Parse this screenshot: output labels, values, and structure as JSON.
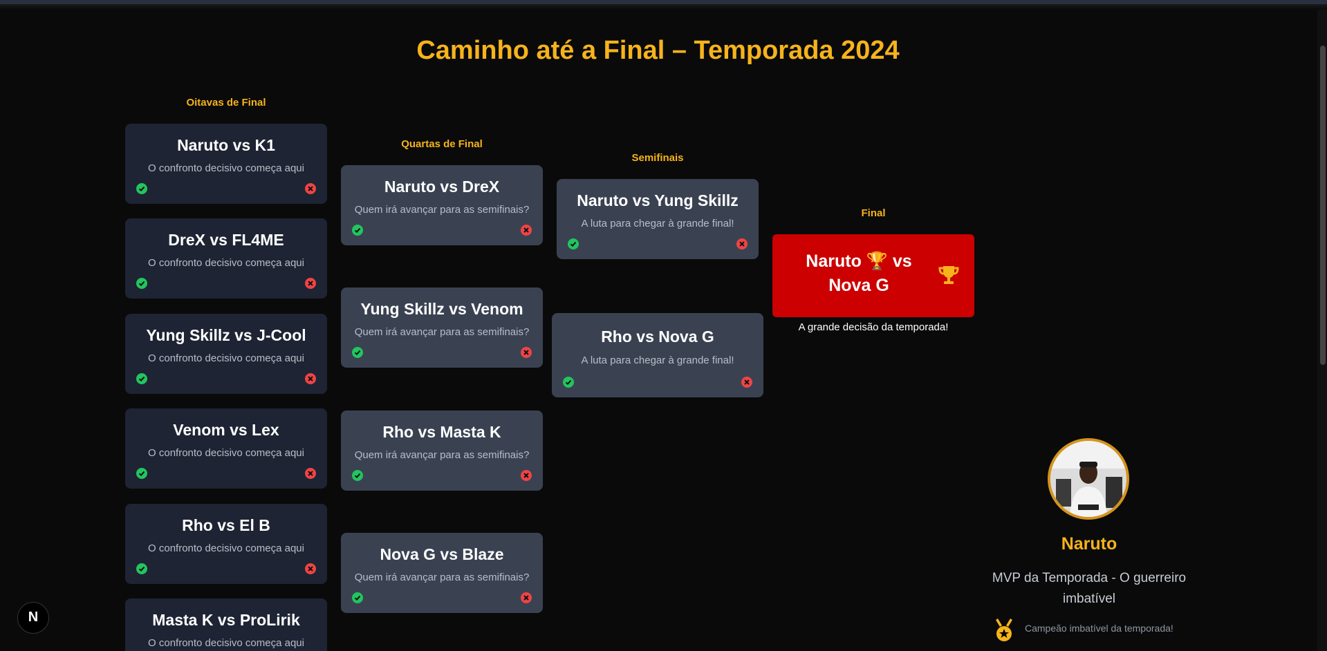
{
  "page": {
    "title": "Caminho até a Final – Temporada 2024"
  },
  "rounds": {
    "round_of_16": {
      "label": "Oitavas de Final",
      "matches": [
        {
          "title": "Naruto vs K1",
          "subtitle": "O confronto decisivo começa aqui"
        },
        {
          "title": "DreX vs FL4ME",
          "subtitle": "O confronto decisivo começa aqui"
        },
        {
          "title": "Yung Skillz vs J-Cool",
          "subtitle": "O confronto decisivo começa aqui"
        },
        {
          "title": "Venom vs Lex",
          "subtitle": "O confronto decisivo começa aqui"
        },
        {
          "title": "Rho vs El B",
          "subtitle": "O confronto decisivo começa aqui"
        },
        {
          "title": "Masta K vs ProLirik",
          "subtitle": "O confronto decisivo começa aqui"
        }
      ]
    },
    "quarterfinals": {
      "label": "Quartas de Final",
      "matches": [
        {
          "title": "Naruto vs DreX",
          "subtitle": "Quem irá avançar para as semifinais?"
        },
        {
          "title": "Yung Skillz vs Venom",
          "subtitle": "Quem irá avançar para as semifinais?"
        },
        {
          "title": "Rho vs Masta K",
          "subtitle": "Quem irá avançar para as semifinais?"
        },
        {
          "title": "Nova G vs Blaze",
          "subtitle": "Quem irá avançar para as semifinais?"
        }
      ]
    },
    "semifinals": {
      "label": "Semifinais",
      "matches": [
        {
          "title": "Naruto vs Yung Skillz",
          "subtitle": "A luta para chegar à grande final!"
        },
        {
          "title": "Rho vs Nova G",
          "subtitle": "A luta para chegar à grande final!"
        }
      ]
    },
    "final": {
      "label": "Final",
      "title": "Naruto 🏆 vs Nova G",
      "subtitle": "A grande decisão da temporada!"
    }
  },
  "mvp": {
    "name": "Naruto",
    "description": "MVP da Temporada - O guerreiro imbatível",
    "note": "Campeão imbatível da temporada!"
  },
  "badge": {
    "label": "N"
  },
  "colors": {
    "accent": "#f6b31b",
    "final_bg": "#cc0000",
    "win": "#22c55e",
    "lose": "#ef4444"
  }
}
